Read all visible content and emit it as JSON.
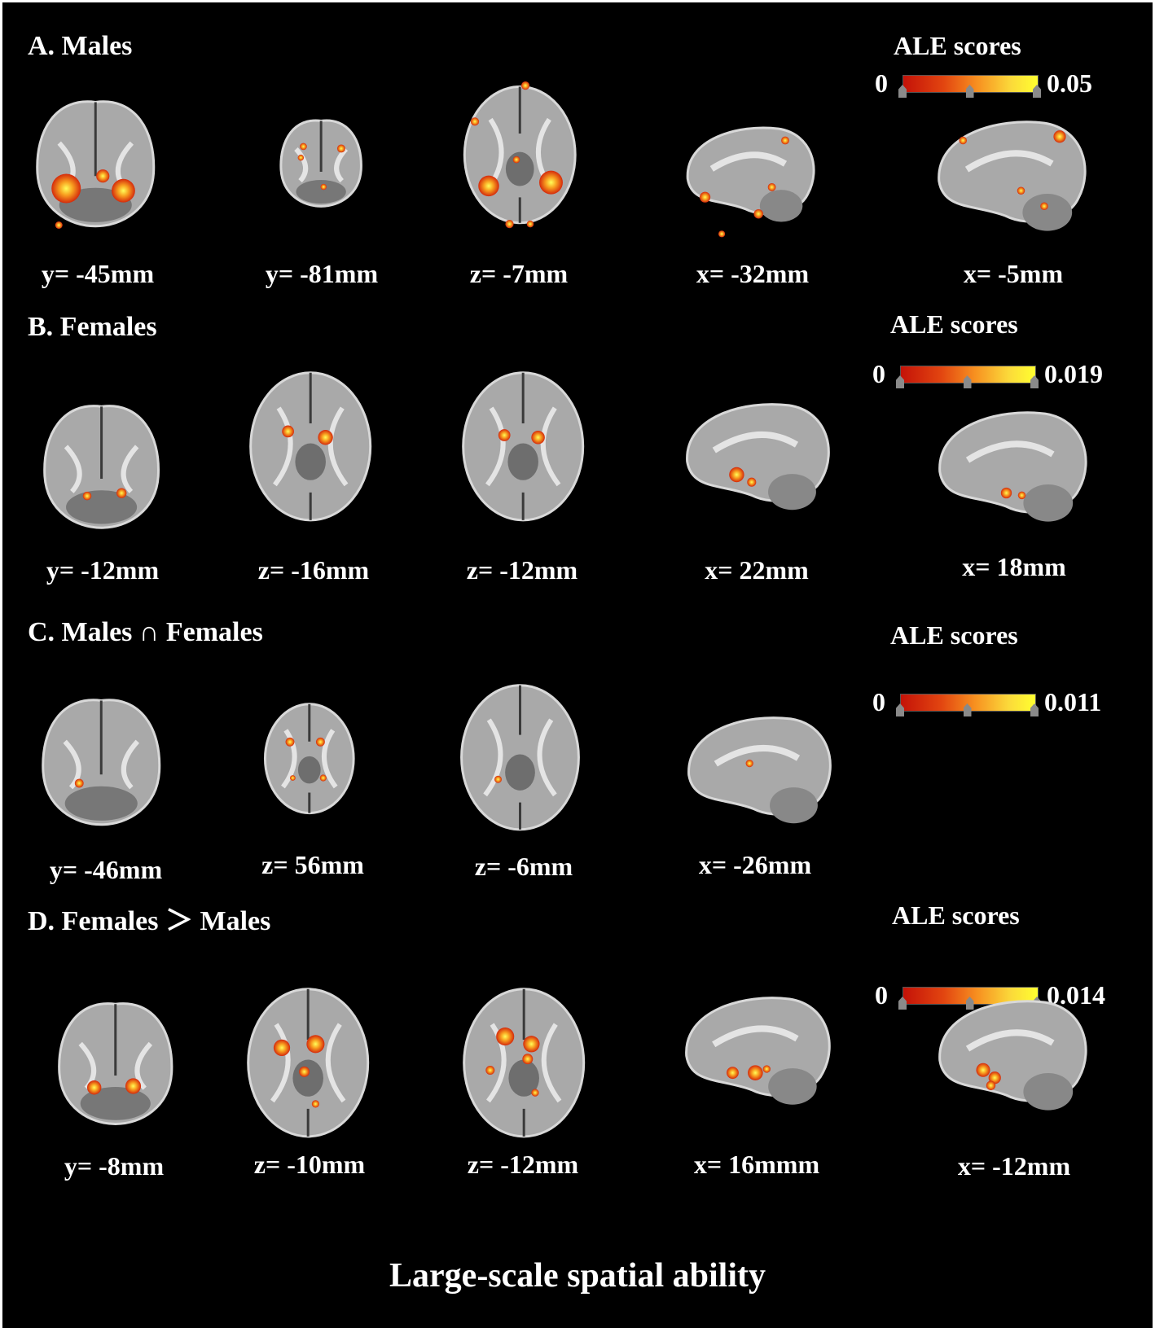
{
  "caption": "Large-scale spatial ability",
  "colors": {
    "background": "#000000",
    "text": "#ffffff",
    "activation_low": "#c41208",
    "activation_high": "#ffff30"
  },
  "sections": [
    {
      "title": "A. Males",
      "ale": {
        "title": "ALE scores",
        "min": "0",
        "max": "0.05"
      },
      "images": [
        {
          "view": "coronal",
          "label": "y= -45mm"
        },
        {
          "view": "coronal",
          "label": "y= -81mm"
        },
        {
          "view": "axial",
          "label": "z= -7mm"
        },
        {
          "view": "sagittal",
          "label": "x= -32mm"
        },
        {
          "view": "sagittal",
          "label": "x= -5mm"
        }
      ]
    },
    {
      "title": "B. Females",
      "ale": {
        "title": "ALE scores",
        "min": "0",
        "max": "0.019"
      },
      "images": [
        {
          "view": "coronal",
          "label": "y= -12mm"
        },
        {
          "view": "axial",
          "label": "z= -16mm"
        },
        {
          "view": "axial",
          "label": "z= -12mm"
        },
        {
          "view": "sagittal",
          "label": "x= 22mm"
        },
        {
          "view": "sagittal",
          "label": "x= 18mm"
        }
      ]
    },
    {
      "title": "C. Males ∩ Females",
      "ale": {
        "title": "ALE scores",
        "min": "0",
        "max": "0.011"
      },
      "images": [
        {
          "view": "coronal",
          "label": "y= -46mm"
        },
        {
          "view": "axial",
          "label": "z= 56mm"
        },
        {
          "view": "axial",
          "label": "z= -6mm"
        },
        {
          "view": "sagittal",
          "label": "x= -26mm"
        }
      ]
    },
    {
      "title": "D.   Females  ＞  Males",
      "ale": {
        "title": "ALE scores",
        "min": "0",
        "max": "0.014"
      },
      "images": [
        {
          "view": "coronal",
          "label": "y= -8mm"
        },
        {
          "view": "axial",
          "label": "z= -10mm"
        },
        {
          "view": "axial",
          "label": "z= -12mm"
        },
        {
          "view": "sagittal",
          "label": "x= 16mmm"
        },
        {
          "view": "sagittal",
          "label": "x= -12mm"
        }
      ]
    }
  ]
}
